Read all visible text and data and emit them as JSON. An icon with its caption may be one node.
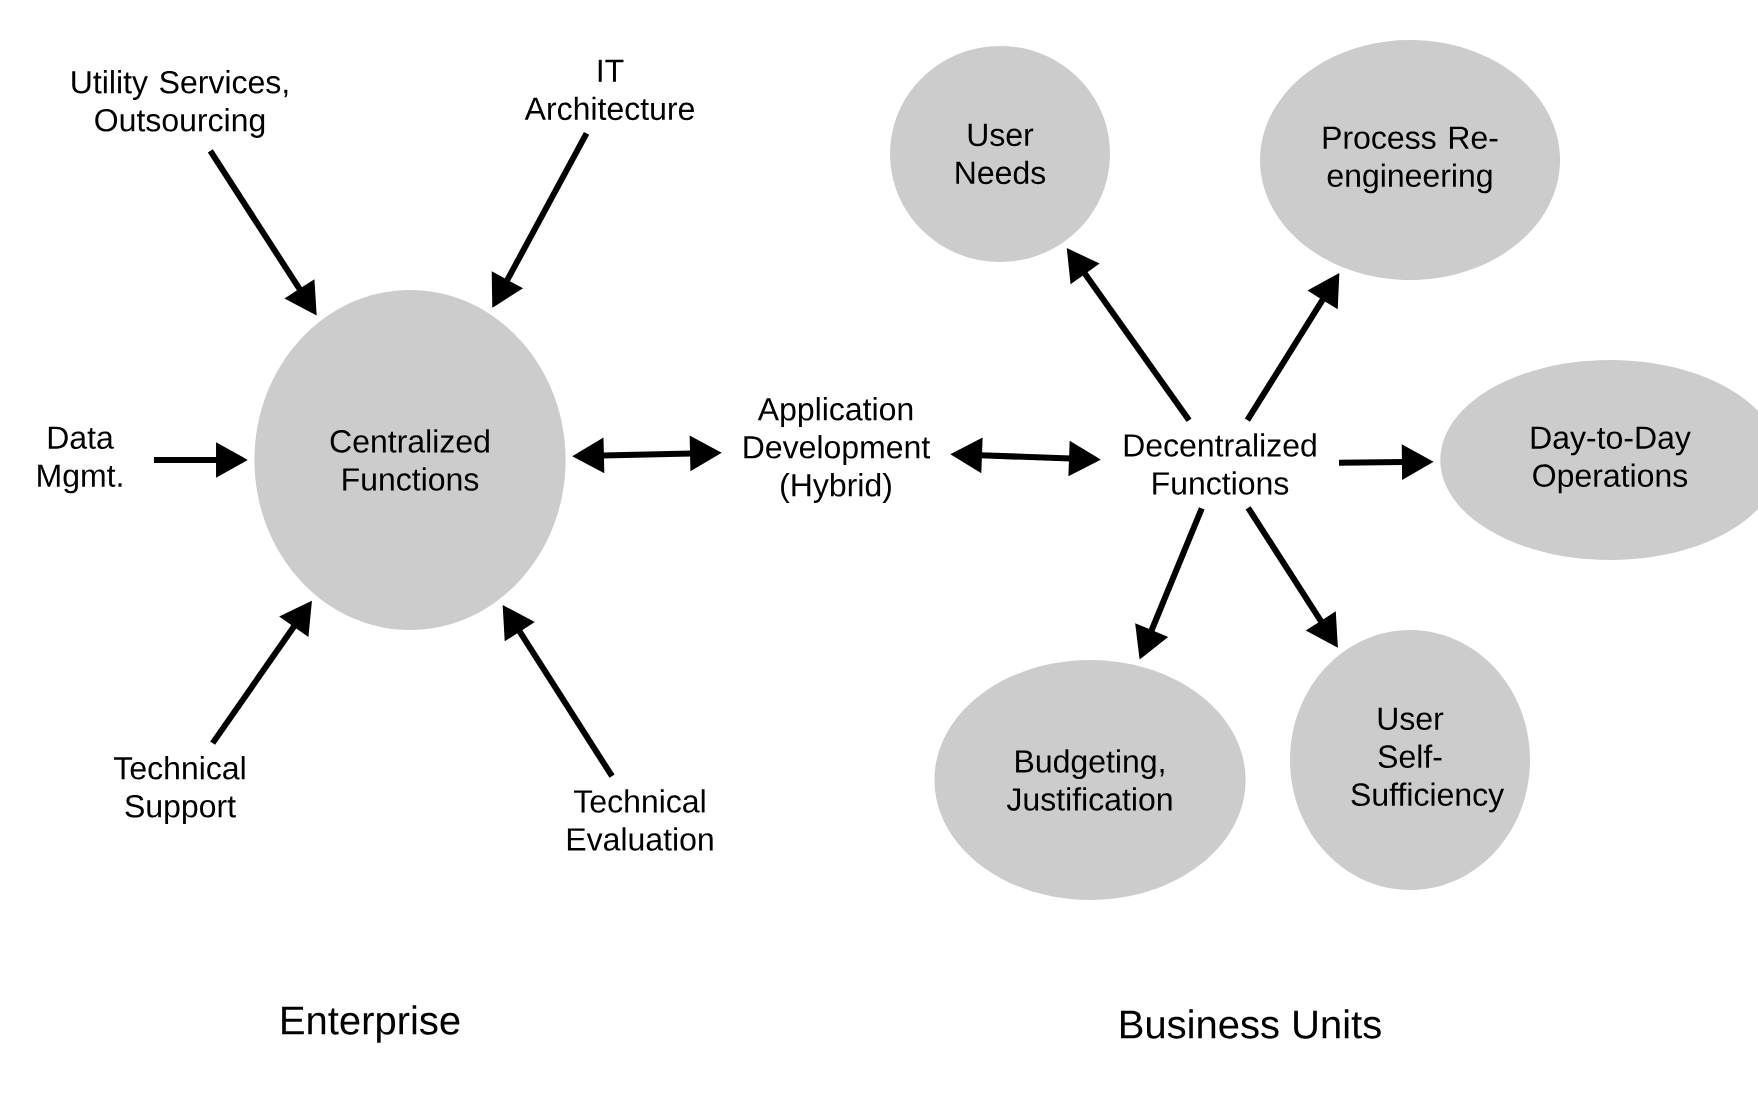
{
  "diagram": {
    "nodes": [
      {
        "text": [
          "Utility Services, Outsourcing"
        ]
      },
      {
        "text": [
          "IT Architecture"
        ]
      },
      {
        "text": [
          "Data Mgmt."
        ]
      },
      {
        "text": [
          "Centralized Functions"
        ]
      },
      {
        "text": [
          "Technical Support"
        ]
      },
      {
        "text": [
          "Technical Evaluation"
        ]
      },
      {
        "text": [
          "Application Development (Hybrid)"
        ]
      },
      {
        "text": [
          "User Needs"
        ]
      },
      {
        "text": [
          "Process Re-engineering"
        ]
      },
      {
        "text": [
          "Decentralized Functions"
        ]
      },
      {
        "text": [
          "Day-to-Day Operations"
        ]
      },
      {
        "text": [
          "Budgeting, Justification"
        ]
      },
      {
        "text": [
          "User Self-Sufficiency"
        ]
      }
    ],
    "edges": [
      {
        "from": 0,
        "to": 3,
        "arrow": "to"
      },
      {
        "from": 1,
        "to": 3,
        "arrow": "to"
      },
      {
        "from": 2,
        "to": 3,
        "arrow": "to"
      },
      {
        "from": 4,
        "to": 3,
        "arrow": "to"
      },
      {
        "from": 5,
        "to": 3,
        "arrow": "to"
      },
      {
        "from": 3,
        "to": 6,
        "arrow": "both"
      },
      {
        "from": 6,
        "to": 9,
        "arrow": "both"
      },
      {
        "from": 9,
        "to": 7,
        "arrow": "to"
      },
      {
        "from": 9,
        "to": 8,
        "arrow": "to"
      },
      {
        "from": 9,
        "to": 10,
        "arrow": "to"
      },
      {
        "from": 9,
        "to": 11,
        "arrow": "to"
      },
      {
        "from": 9,
        "to": 12,
        "arrow": "to"
      }
    ],
    "labels": [
      "Enterprise",
      "Business Units"
    ]
  }
}
